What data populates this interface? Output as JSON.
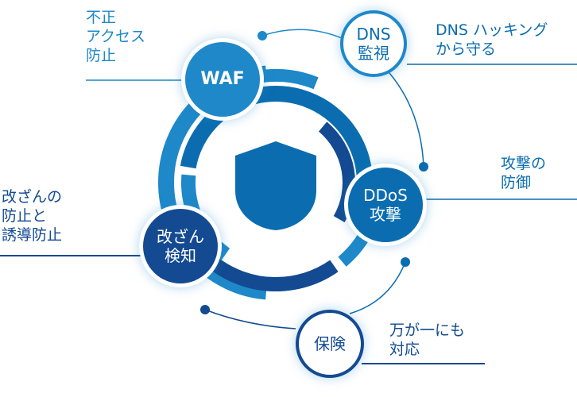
{
  "colors": {
    "light": "#1e88c9",
    "mid": "#0b6db0",
    "dark": "#134a91"
  },
  "nodes": {
    "waf": {
      "title": "WAF",
      "label": "不正\nアクセス\n防止"
    },
    "dns": {
      "title": "DNS\n監視",
      "label": "DNS ハッキング\nから守る"
    },
    "ddos": {
      "title": "DDoS\n攻撃",
      "label": "攻撃の\n防御"
    },
    "tamper": {
      "title": "改ざん\n検知",
      "label": "改ざんの\n防止と\n誘導防止"
    },
    "insurance": {
      "title": "保険",
      "label": "万が一にも\n対応"
    }
  },
  "center_icon": "shield-icon"
}
